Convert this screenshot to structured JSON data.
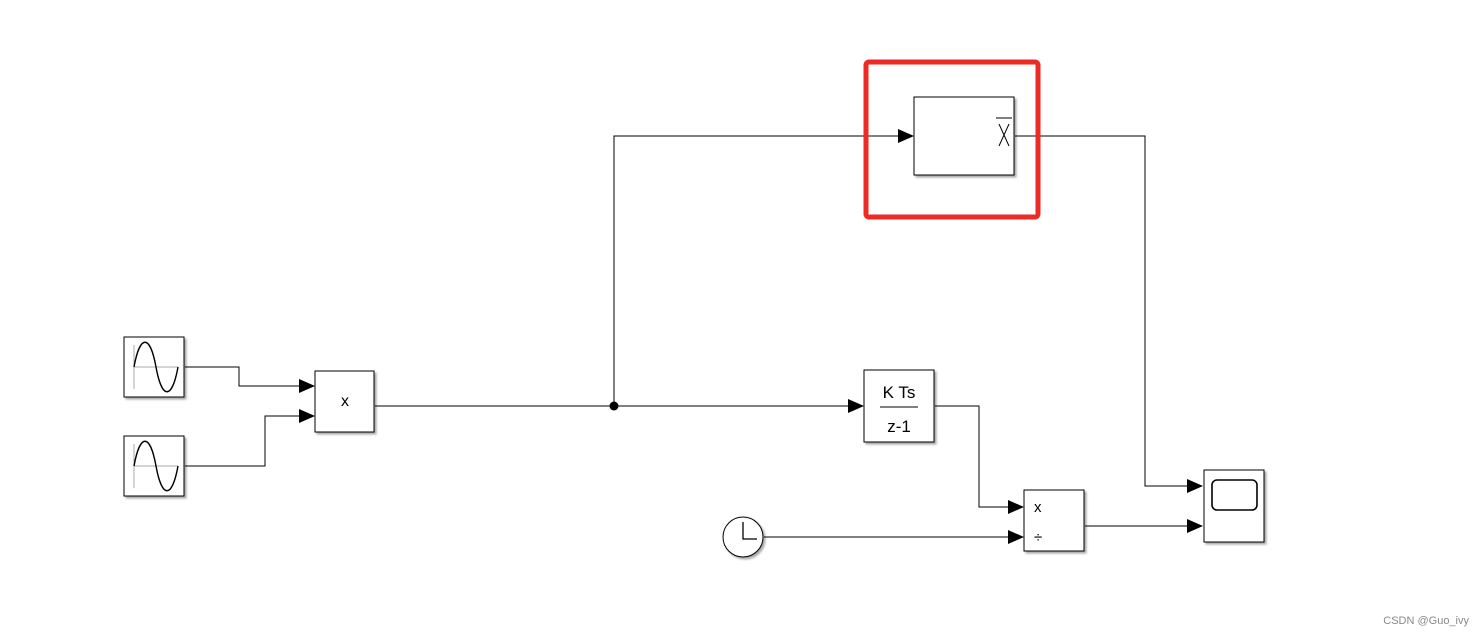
{
  "product_block": {
    "in1_sign": "x",
    "in2_sign": "÷"
  },
  "multiply_block": {
    "label": "x"
  },
  "discrete_integrator": {
    "numerator": "K Ts",
    "denominator": "z-1"
  },
  "highlight": {
    "target": "mean-value-block",
    "color": "#ee2a24"
  },
  "watermark": "CSDN @Guo_ivy"
}
